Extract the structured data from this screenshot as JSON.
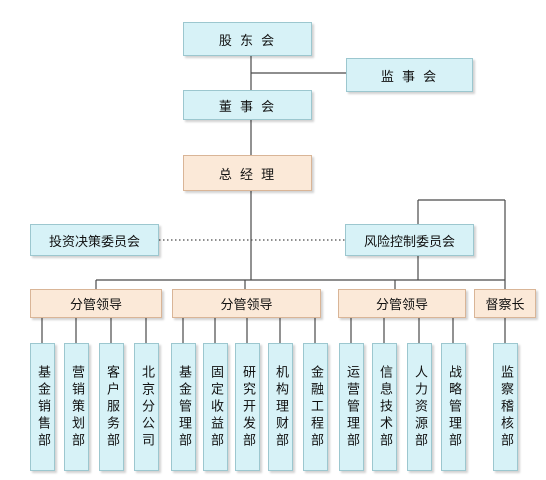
{
  "top": {
    "shareholders": "股 东 会",
    "supervisors": "监 事 会",
    "board": "董 事 会",
    "gm": "总 经 理"
  },
  "committees": {
    "investment": "投资决策委员会",
    "risk": "风险控制委员会"
  },
  "leaders": {
    "group1": "分管领导",
    "group2": "分管领导",
    "group3": "分管领导",
    "inspector": "督察长"
  },
  "departments": {
    "g1": [
      "基金销售部",
      "营销策划部",
      "客户服务部",
      "北京分公司"
    ],
    "g2": [
      "基金管理部",
      "固定收益部",
      "研究开发部",
      "机构理财部",
      "金融工程部"
    ],
    "g3": [
      "运营管理部",
      "信息技术部",
      "人力资源部",
      "战略管理部"
    ],
    "g4": [
      "监察稽核部"
    ]
  }
}
